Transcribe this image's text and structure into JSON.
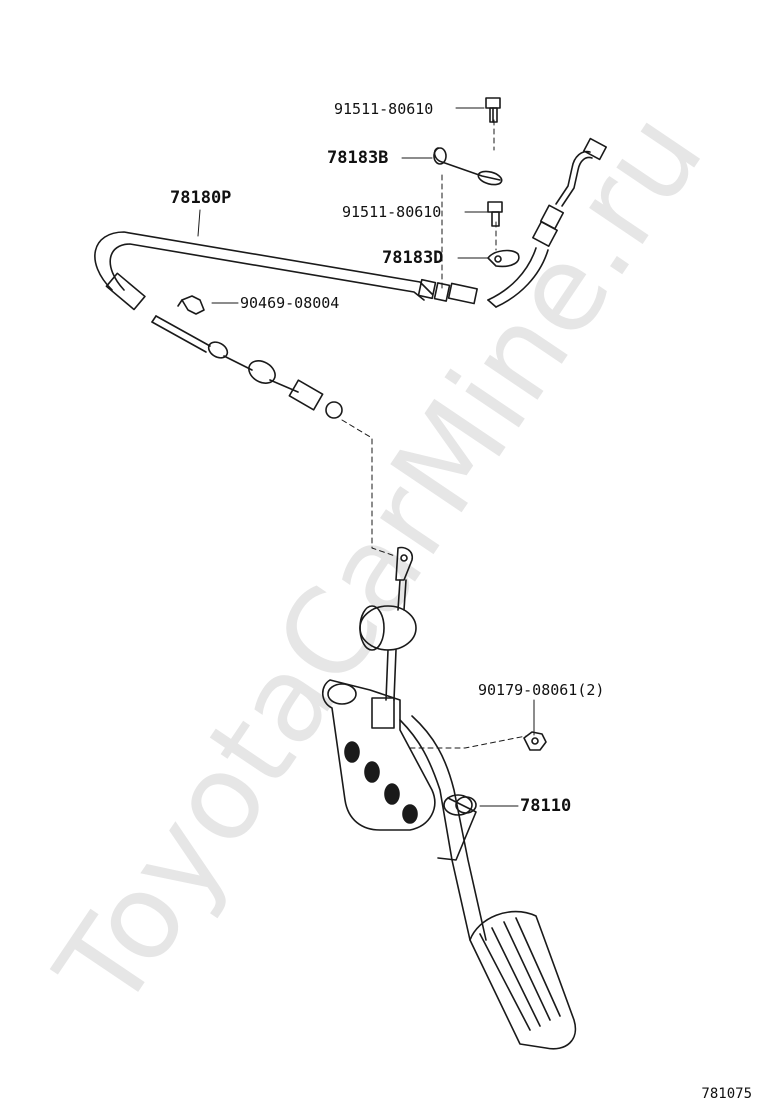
{
  "watermark": "ToyotaCarMine.ru",
  "diagram_id": "781075",
  "labels": {
    "bolt_upper": "91511-80610",
    "clamp_b": "78183B",
    "cable_assy": "78180P",
    "bolt_lower": "91511-80610",
    "clamp_d": "78183D",
    "clip": "90469-08004",
    "nut": "90179-08061(2)",
    "pedal_assy": "78110"
  }
}
